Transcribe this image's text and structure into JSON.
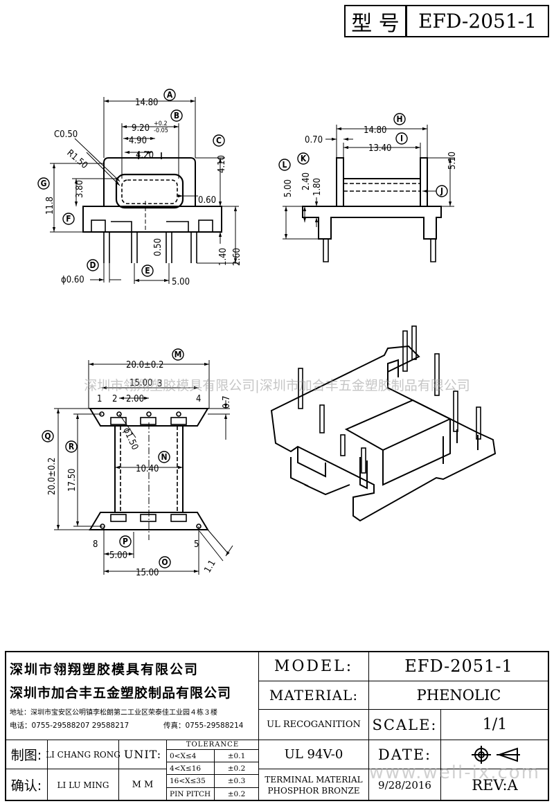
{
  "header": {
    "label": "型 号",
    "model": "EFD-2051-1"
  },
  "watermark": "深圳市翎翔塑胶模具有限公司|深圳市加合丰五金塑胶制品有限公司",
  "website": "www.well-ix.com",
  "dims": {
    "a": "14.80",
    "b_main": "9.20",
    "b_tol_up": "+0.2",
    "b_tol_dn": "-0.05",
    "w490": "4.90",
    "w420": "4.20",
    "c050": "C0.50",
    "r150": "R1.50",
    "h410": "4.10",
    "h380": "3.80",
    "h118": "11.8",
    "g060": "0.60",
    "g050": "0.50",
    "h140": "1.40",
    "h260": "2.60",
    "phi060": "ϕ0.60",
    "e500": "5.00",
    "h1480": "14.80",
    "w070": "0.70",
    "i1340": "13.40",
    "h510": "5.10",
    "l500": "5.00",
    "k240": "2.40",
    "h180": "1.80",
    "m200": "20.0±0.2",
    "w1500": "15.00",
    "w200": "2.00",
    "h07": "0.7",
    "pin1": "1",
    "pin2": "2",
    "pin3": "3",
    "pin4": "4",
    "pin5": "5",
    "pin8": "8",
    "phi150": "ϕ1.50",
    "n1040": "10.40",
    "q200": "20.0±0.2",
    "r1750": "17.50",
    "p500": "5.00",
    "o1500": "15.00",
    "d11": "1.1"
  },
  "callouts": [
    "A",
    "B",
    "C",
    "D",
    "E",
    "F",
    "G",
    "H",
    "I",
    "J",
    "K",
    "L",
    "M",
    "N",
    "O",
    "P",
    "Q",
    "R"
  ],
  "title_block": {
    "company1": "深圳市翎翔塑胶模具有限公司",
    "company2": "深圳市加合丰五金塑胶制品有限公司",
    "address": "地址：深圳市宝安区公明镇李松朗第二工业区荣泰佳工业园４栋３楼",
    "phone": "电话：0755-29588207  29588217",
    "fax": "传真：0755-29588214",
    "model_label": "MODEL:",
    "model_value": "EFD-2051-1",
    "material_label": "MATERIAL:",
    "material_value": "PHENOLIC",
    "ul_label": "UL RECOGANITION",
    "ul_value": "UL 94V-0",
    "scale_label": "SCALE:",
    "scale_value": "1/1",
    "date_label": "DATE:",
    "date_value": "9/28/2016",
    "terminal_label": "TERMINAL MATERIAL",
    "terminal_value": "PHOSPHOR  BRONZE",
    "rev": "REV:A",
    "drawn_label": "制图:",
    "drawn_name": "LI CHANG RONG",
    "check_label": "确认:",
    "check_name": "LI LU MING",
    "unit_label": "UNIT:",
    "unit_value": "M M",
    "tol_title": "TOLERANCE",
    "tol_rows": [
      {
        "range": "0<X≤4",
        "value": "±0.1"
      },
      {
        "range": "4<X≤16",
        "value": "±0.2"
      },
      {
        "range": "16<X≤35",
        "value": "±0.3"
      },
      {
        "range": "PIN PITCH",
        "value": "±0.2"
      }
    ]
  }
}
